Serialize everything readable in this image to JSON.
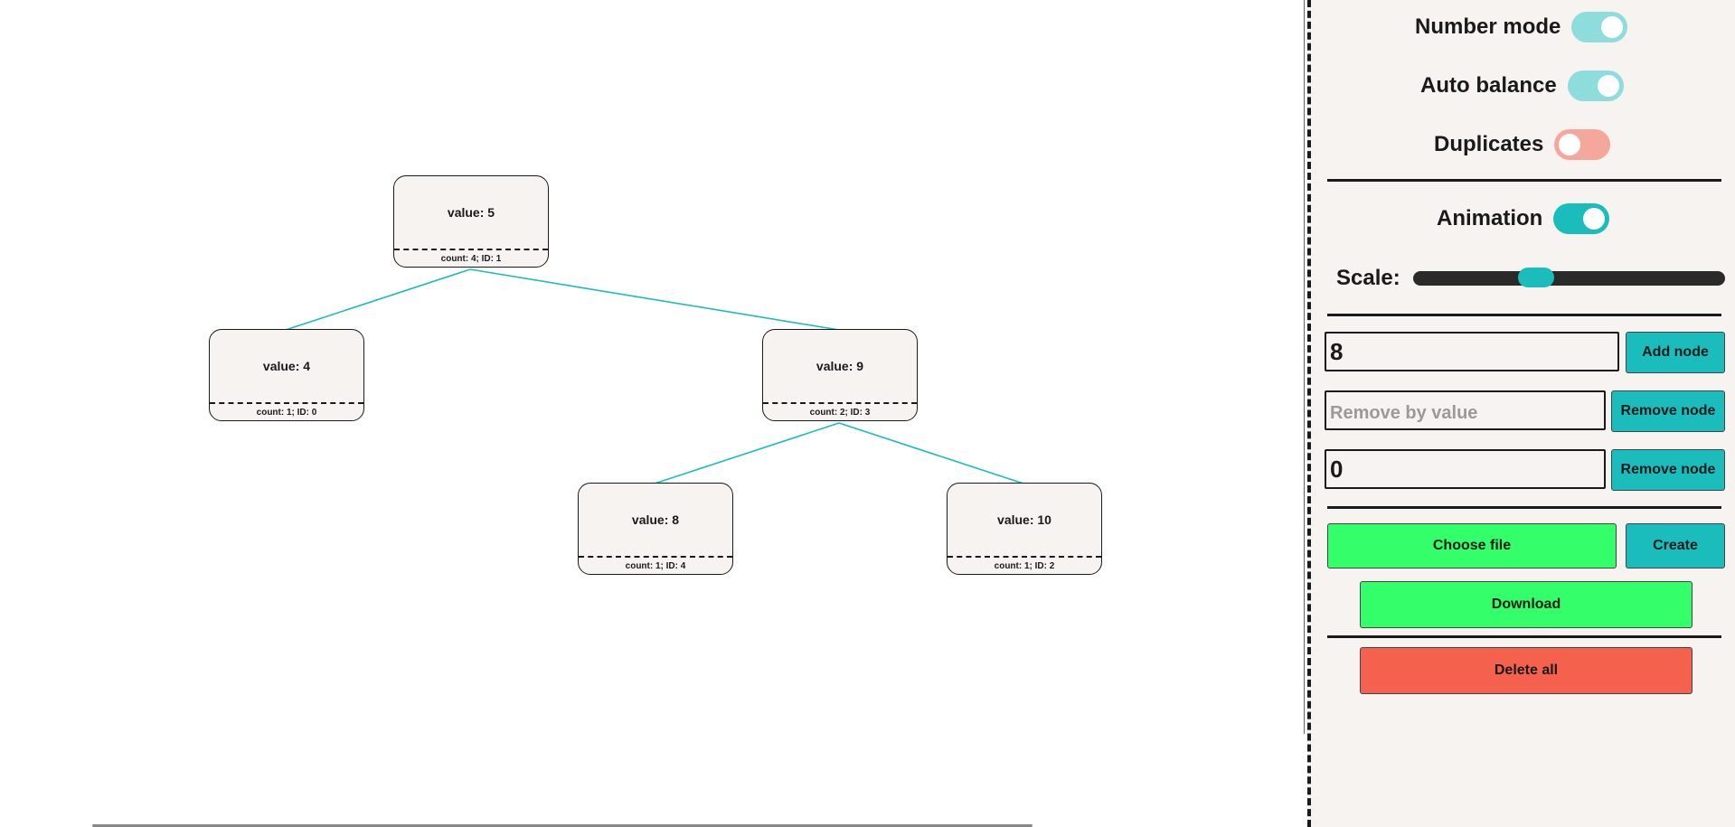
{
  "tree": {
    "nodes": [
      {
        "value_label": "value: 5",
        "meta_label": "count: 4; ID: 1"
      },
      {
        "value_label": "value: 4",
        "meta_label": "count: 1; ID: 0"
      },
      {
        "value_label": "value: 9",
        "meta_label": "count: 2; ID: 3"
      },
      {
        "value_label": "value: 8",
        "meta_label": "count: 1; ID: 4"
      },
      {
        "value_label": "value: 10",
        "meta_label": "count: 1; ID: 2"
      }
    ],
    "edge_color": "#1bbcbc"
  },
  "panel": {
    "toggles": {
      "number_mode": {
        "label": "Number mode",
        "state": "on"
      },
      "auto_balance": {
        "label": "Auto balance",
        "state": "on"
      },
      "duplicates": {
        "label": "Duplicates",
        "state": "off"
      },
      "animation": {
        "label": "Animation",
        "state": "on"
      }
    },
    "scale": {
      "label": "Scale:",
      "level": 0.38
    },
    "add": {
      "value": "8",
      "button_label": "Add node"
    },
    "remove_by_value": {
      "placeholder": "Remove by value",
      "value": "",
      "button_label": "Remove node"
    },
    "remove_by_id": {
      "value": "0",
      "button_label": "Remove node"
    },
    "file": {
      "choose_label": "Choose file",
      "create_label": "Create"
    },
    "download_label": "Download",
    "delete_all_label": "Delete all"
  },
  "colors": {
    "accent": "#1bbcbc",
    "accent_light": "#8edcdc",
    "toggle_off": "#f4a89b",
    "green": "#34fe6a",
    "red": "#f4614d",
    "panel_bg": "#f7f3f1"
  }
}
